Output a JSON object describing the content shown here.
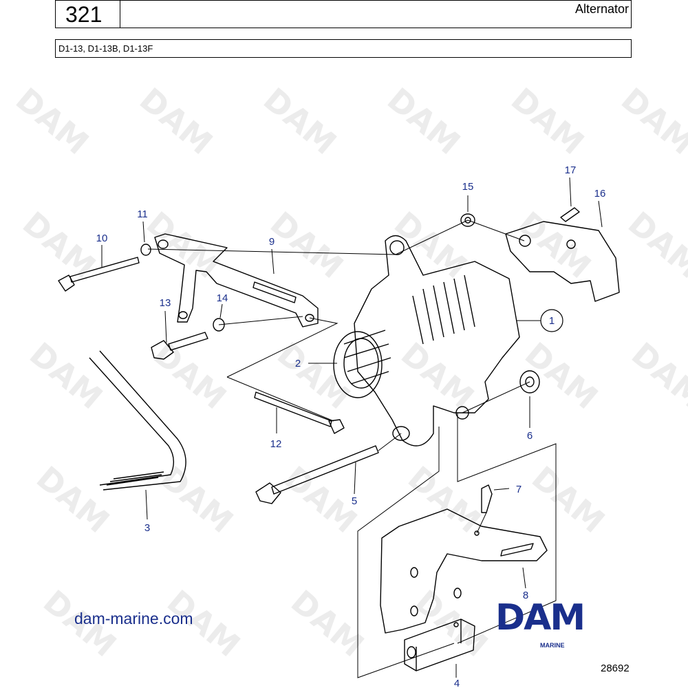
{
  "header": {
    "page_number": "321",
    "section_title": "Alternator",
    "models": "D1-13, D1-13B, D1-13F"
  },
  "callouts": {
    "c1": "1",
    "c2": "2",
    "c3": "3",
    "c4": "4",
    "c5": "5",
    "c6": "6",
    "c7": "7",
    "c8": "8",
    "c9": "9",
    "c10": "10",
    "c11": "11",
    "c12": "12",
    "c13": "13",
    "c14": "14",
    "c15": "15",
    "c16": "16",
    "c17": "17"
  },
  "footer": {
    "website": "dam-marine.com",
    "logo_text": "DAM",
    "logo_subtext": "MARINE",
    "drawing_number": "28692"
  },
  "colors": {
    "brand_blue": "#1a2f8c",
    "callout_blue": "#1a2f8c",
    "line": "#000000",
    "watermark": "#e8e8e8"
  }
}
